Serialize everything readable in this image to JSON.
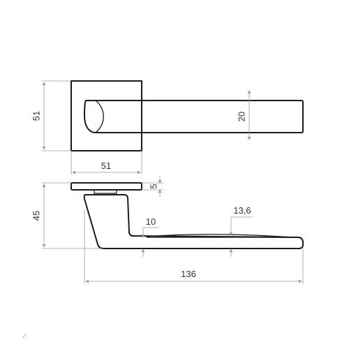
{
  "drawing": {
    "top_view": {
      "rose_height": "51",
      "rose_width": "51",
      "lever_height": "20"
    },
    "side_view": {
      "rose_thickness": "5",
      "total_height": "45",
      "lever_thickness_neck": "10",
      "lever_thickness_tip": "13,6",
      "total_length": "136"
    },
    "colors": {
      "outline": "#1a1a1a",
      "dimension": "#9a9a9a",
      "text": "#333333"
    }
  }
}
